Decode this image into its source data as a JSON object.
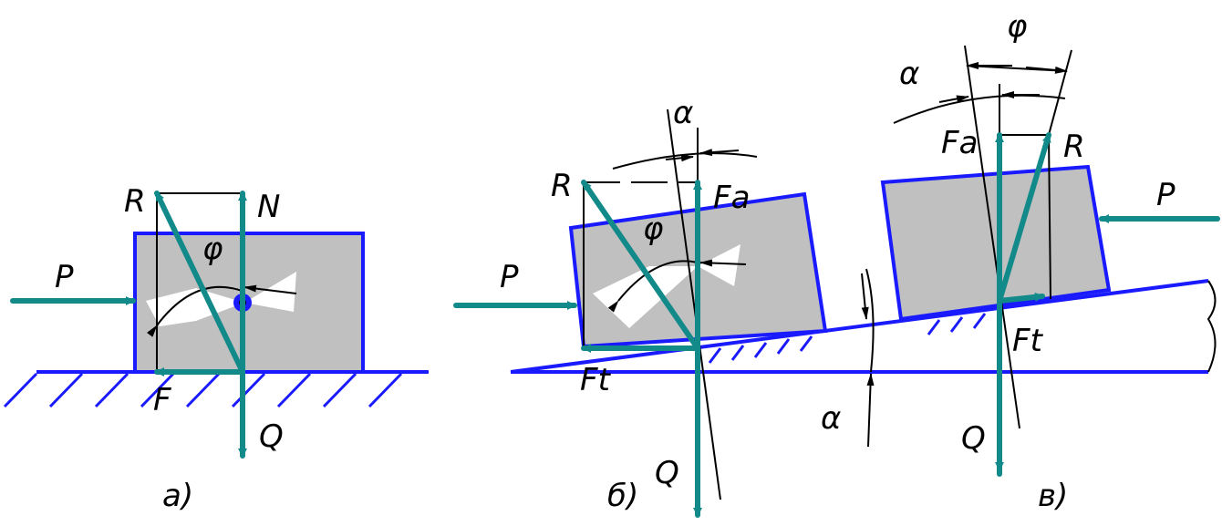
{
  "colors": {
    "force_arrows": "#138a8a",
    "outline": "#1a1aff",
    "block_fill": "#c0c0c0",
    "construction_lines": "#000000"
  },
  "panel_a": {
    "caption": "а)",
    "labels": {
      "R": "R",
      "N": "N",
      "P": "P",
      "F": "F",
      "Q": "Q",
      "phi": "φ"
    }
  },
  "panel_b": {
    "caption": "б)",
    "labels": {
      "R": "R",
      "Fa": "F",
      "Fa_sub": "a",
      "P": "P",
      "Ft": "F",
      "Ft_sub": "t",
      "Q": "Q",
      "phi": "φ",
      "alpha": "α"
    }
  },
  "panel_c": {
    "caption": "в)",
    "labels": {
      "R": "R",
      "Fa": "F",
      "Fa_sub": "a",
      "P": "P",
      "Ft": "F",
      "Ft_sub": "t",
      "Q": "Q",
      "phi": "φ",
      "alpha": "α"
    }
  },
  "slope_angle_label": "α"
}
